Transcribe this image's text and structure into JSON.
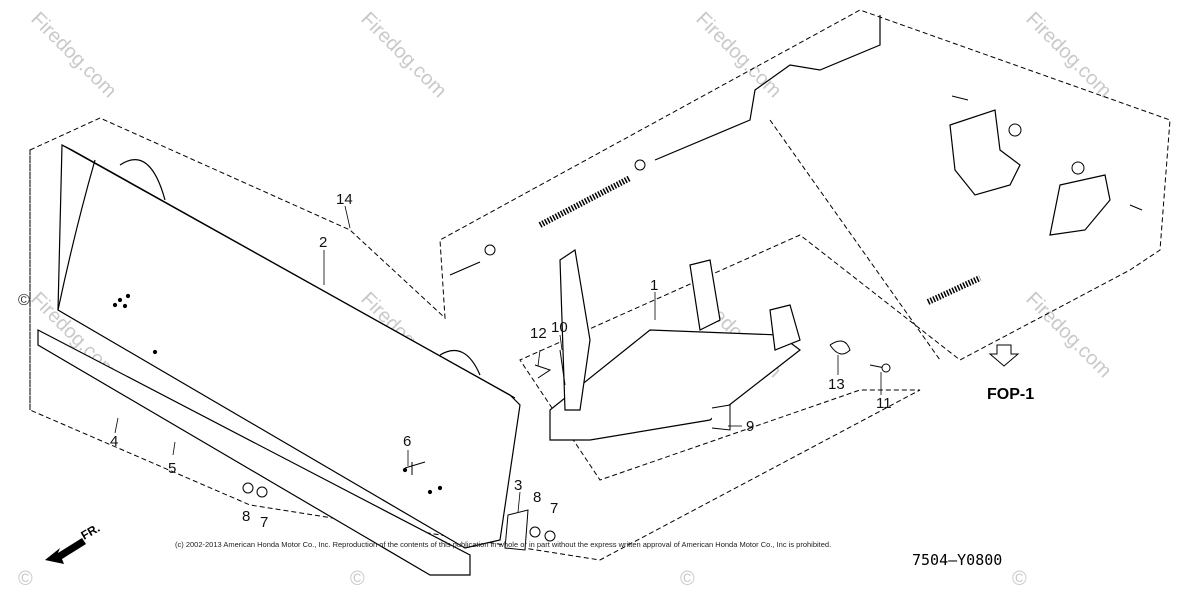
{
  "diagram": {
    "callouts": [
      "1",
      "2",
      "3",
      "4",
      "5",
      "6",
      "7",
      "8",
      "9",
      "10",
      "11",
      "12",
      "13",
      "14"
    ],
    "watermark_text": "Firedog.com",
    "watermark_symbol": "©",
    "copyright": "(c) 2002-2013 American Honda Motor Co., Inc. Reproduction of the contents of this publication in whole or in part without the express written approval of American Honda Motor Co., Inc is prohibited.",
    "diagram_code": "7504—Y0800",
    "reference": "FOP-1",
    "front_marker": "FR.",
    "colors": {
      "line": "#000000",
      "watermark": "#c9c9c9",
      "background": "#ffffff"
    }
  }
}
